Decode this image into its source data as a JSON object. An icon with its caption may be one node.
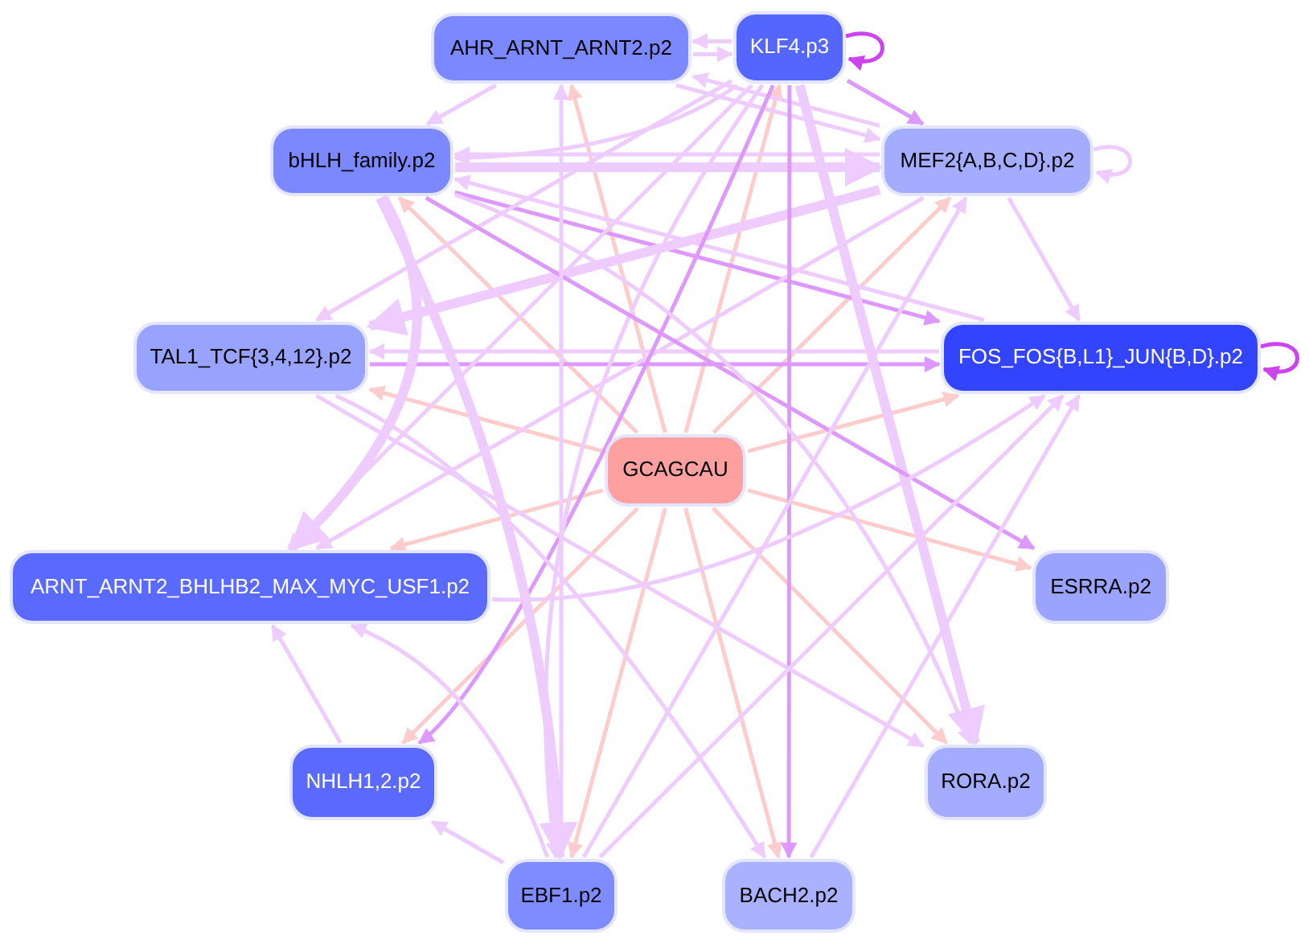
{
  "diagram": {
    "nodes": [
      {
        "text": [
          "AHR_ARNT_ARNT2.p2"
        ]
      },
      {
        "text": [
          "KLF4.p3"
        ]
      },
      {
        "text": [
          "bHLH_family.p2"
        ]
      },
      {
        "text": [
          "MEF2{A,B,C,D}.p2"
        ]
      },
      {
        "text": [
          "TAL1_TCF{3,4,12}.p2"
        ]
      },
      {
        "text": [
          "FOS_FOS{B,L1}_JUN{B,D}.p2"
        ]
      },
      {
        "text": [
          "GCAGCAU"
        ]
      },
      {
        "text": [
          "ARNT_ARNT2_BHLHB2_MAX_MYC_USF1.p2"
        ]
      },
      {
        "text": [
          "ESRRA.p2"
        ]
      },
      {
        "text": [
          "NHLH1,2.p2"
        ]
      },
      {
        "text": [
          "RORA.p2"
        ]
      },
      {
        "text": [
          "EBF1.p2"
        ]
      },
      {
        "text": [
          "BACH2.p2"
        ]
      }
    ],
    "edges": [
      {
        "from": 6,
        "to": 0,
        "arrow": "to",
        "color": "#ffcccc"
      },
      {
        "from": 6,
        "to": 1,
        "arrow": "to",
        "color": "#ffcccc"
      },
      {
        "from": 6,
        "to": 2,
        "arrow": "to",
        "color": "#ffcccc"
      },
      {
        "from": 6,
        "to": 3,
        "arrow": "to",
        "color": "#ffcccc"
      },
      {
        "from": 6,
        "to": 4,
        "arrow": "to",
        "color": "#ffcccc"
      },
      {
        "from": 6,
        "to": 5,
        "arrow": "to",
        "color": "#ffcccc"
      },
      {
        "from": 6,
        "to": 7,
        "arrow": "to",
        "color": "#ffcccc"
      },
      {
        "from": 6,
        "to": 8,
        "arrow": "to",
        "color": "#ffcccc"
      },
      {
        "from": 6,
        "to": 9,
        "arrow": "to",
        "color": "#ffcccc"
      },
      {
        "from": 6,
        "to": 10,
        "arrow": "to",
        "color": "#ffcccc"
      },
      {
        "from": 6,
        "to": 11,
        "arrow": "to",
        "color": "#ffcccc"
      },
      {
        "from": 6,
        "to": 12,
        "arrow": "to",
        "color": "#ffcccc"
      },
      {
        "from": 1,
        "to": 1,
        "arrow": "to",
        "color": "#cc44ee"
      },
      {
        "from": 5,
        "to": 5,
        "arrow": "to",
        "color": "#cc44ee"
      },
      {
        "from": 3,
        "to": 3,
        "arrow": "to"
      },
      {
        "from": 0,
        "to": 1,
        "arrow": "to"
      },
      {
        "from": 1,
        "to": 0,
        "arrow": "to"
      },
      {
        "from": 1,
        "to": 3,
        "arrow": "to",
        "color": "#dd99ff"
      },
      {
        "from": 0,
        "to": 2,
        "arrow": "to"
      },
      {
        "from": 1,
        "to": 2,
        "arrow": "to"
      },
      {
        "from": 0,
        "to": 3,
        "arrow": "to"
      },
      {
        "from": 3,
        "to": 0,
        "arrow": "to"
      },
      {
        "from": 2,
        "to": 3,
        "arrow": "to",
        "style": "thick"
      },
      {
        "from": 3,
        "to": 2,
        "arrow": "to"
      },
      {
        "from": 2,
        "to": 5,
        "arrow": "to",
        "color": "#dd99ff"
      },
      {
        "from": 5,
        "to": 2,
        "arrow": "to"
      },
      {
        "from": 4,
        "to": 5,
        "arrow": "to",
        "color": "#dd99ff"
      },
      {
        "from": 5,
        "to": 4,
        "arrow": "to"
      },
      {
        "from": 1,
        "to": 4,
        "arrow": "to"
      },
      {
        "from": 3,
        "to": 4,
        "arrow": "to",
        "style": "thick"
      },
      {
        "from": 1,
        "to": 7,
        "arrow": "to"
      },
      {
        "from": 2,
        "to": 7,
        "arrow": "to",
        "style": "thick"
      },
      {
        "from": 3,
        "to": 7,
        "arrow": "to"
      },
      {
        "from": 1,
        "to": 9,
        "arrow": "to",
        "color": "#dd99ff"
      },
      {
        "from": 1,
        "to": 11,
        "arrow": "to"
      },
      {
        "from": 1,
        "to": 10,
        "arrow": "to",
        "style": "thick"
      },
      {
        "from": 1,
        "to": 12,
        "arrow": "to",
        "color": "#dd99ff"
      },
      {
        "from": 2,
        "to": 8,
        "arrow": "to",
        "color": "#dd99ff"
      },
      {
        "from": 2,
        "to": 10,
        "arrow": "to"
      },
      {
        "from": 2,
        "to": 11,
        "arrow": "to",
        "style": "thick"
      },
      {
        "from": 3,
        "to": 5,
        "arrow": "to"
      },
      {
        "from": 11,
        "to": 9,
        "arrow": "to"
      },
      {
        "from": 9,
        "to": 7,
        "arrow": "to"
      },
      {
        "from": 11,
        "to": 7,
        "arrow": "to"
      },
      {
        "from": 11,
        "to": 5,
        "arrow": "to"
      },
      {
        "from": 11,
        "to": 3,
        "arrow": "to"
      },
      {
        "from": 12,
        "to": 5,
        "arrow": "to"
      },
      {
        "from": 11,
        "to": 0,
        "arrow": "to"
      },
      {
        "from": 4,
        "to": 12,
        "arrow": "to"
      },
      {
        "from": 4,
        "to": 10,
        "arrow": "to"
      },
      {
        "from": 7,
        "to": 5,
        "arrow": "to"
      }
    ]
  }
}
